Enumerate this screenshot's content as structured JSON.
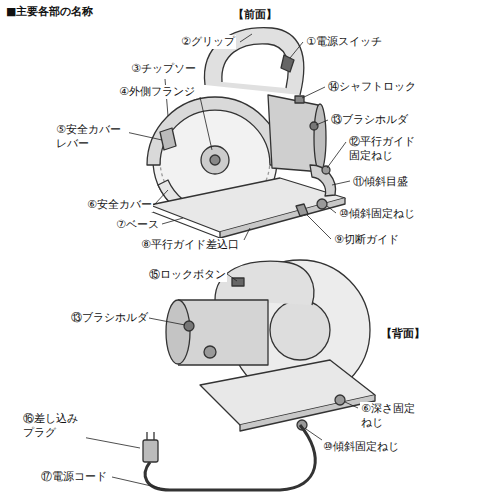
{
  "diagram": {
    "title": "■主要各部の名称",
    "labels": [
      "【前面】",
      "②グリップ",
      "①電源スイッチ",
      "③チップソー",
      "⑭シャフトロック",
      "④外側フランジ",
      "⑬ブラシホルダ",
      "⑫平行ガイド 固定ねじ",
      "⑤安全カバー レバー",
      "⑪傾斜目盛",
      "⑥安全カバー",
      "⑩傾斜固定ねじ",
      "⑦ベース",
      "⑧平行ガイド差込口",
      "⑨切断ガイド",
      "⑮ロックボタン",
      "⑬ブラシホルダ",
      "【背面】",
      "⑯差し込み プラグ",
      "⑥深さ固定 ねじ",
      "⑩傾斜固定ねじ",
      "⑰電源コード"
    ]
  }
}
